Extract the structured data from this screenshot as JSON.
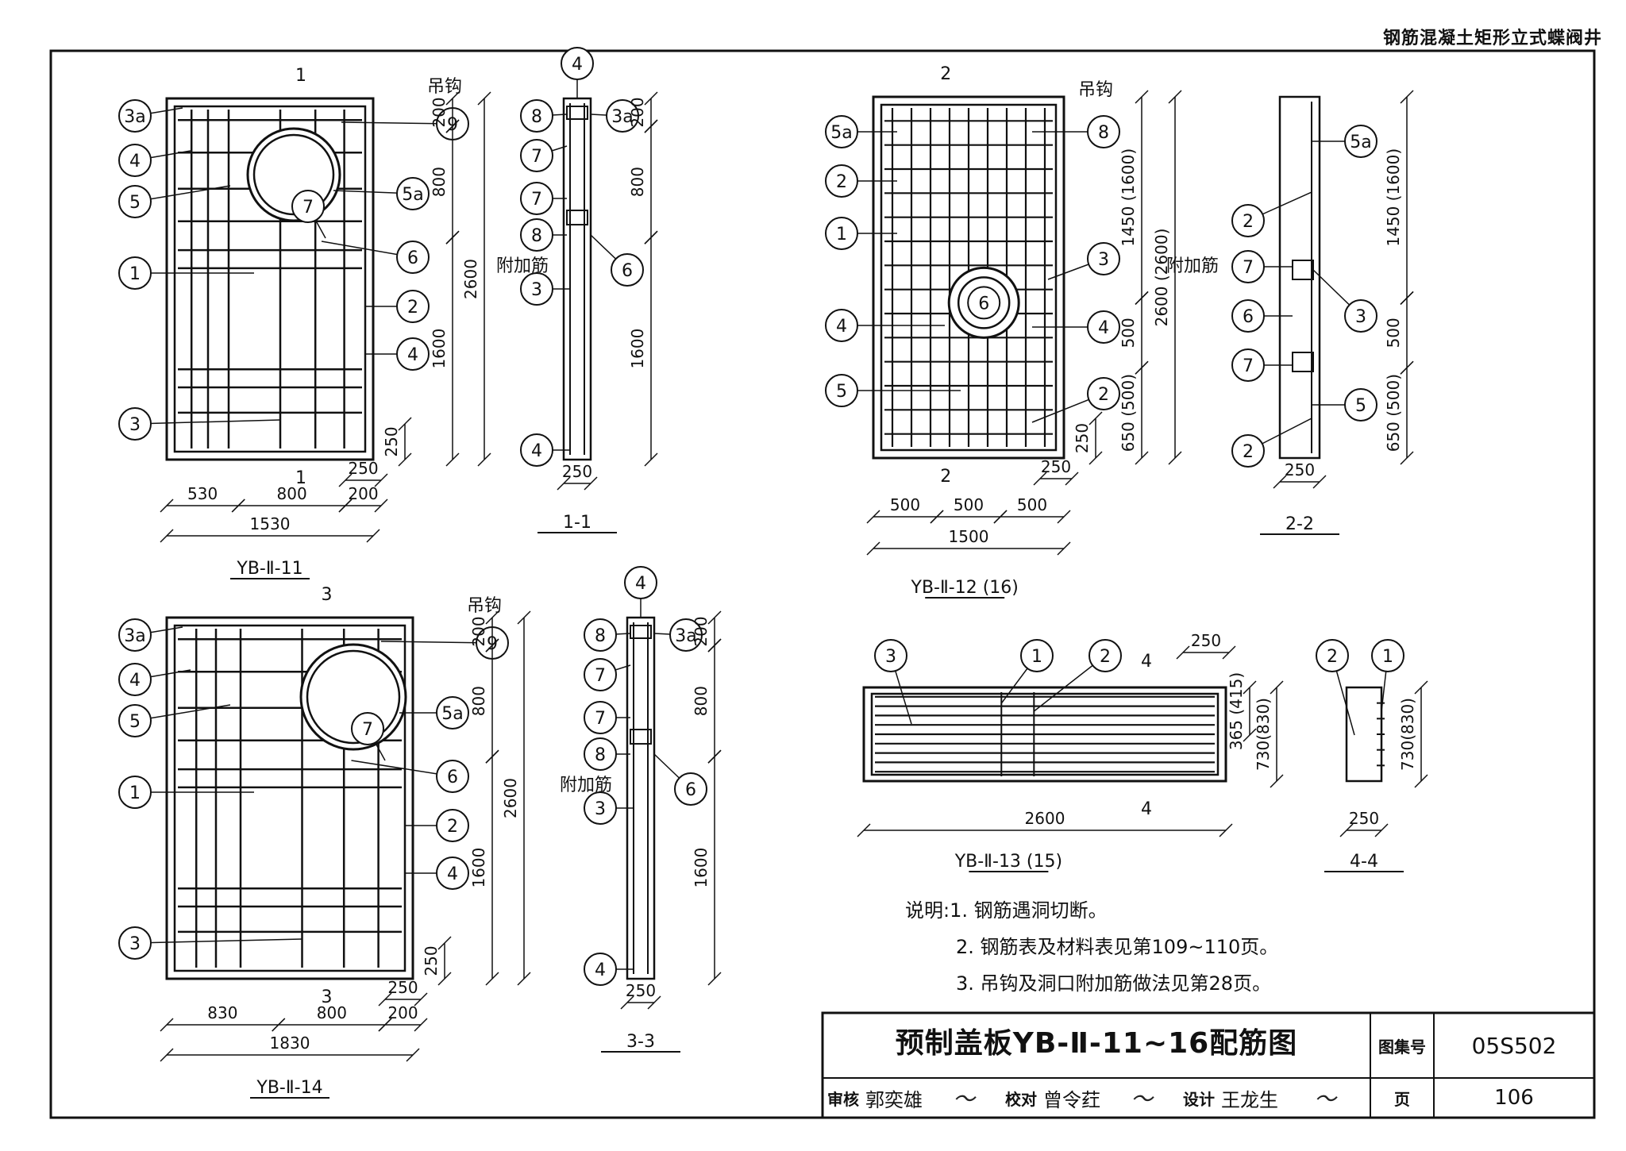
{
  "sheet_title": "钢筋混凝土矩形立式蝶阀井",
  "notes": {
    "lead": "说明:",
    "items": [
      "1. 钢筋遇洞切断。",
      "2. 钢筋表及材料表见第109~110页。",
      "3. 吊钩及洞口附加筋做法见第28页。"
    ]
  },
  "title_block": {
    "drawing_title": "预制盖板YB-Ⅱ-11~16配筋图",
    "atlas_label": "图集号",
    "atlas_no": "05S502",
    "review_label": "审核",
    "reviewer": "郭奕雄",
    "check_label": "校对",
    "checker": "曾令荭",
    "design_label": "设计",
    "designer": "王龙生",
    "page_label": "页",
    "page_no": "106"
  },
  "views": {
    "v11": {
      "name": "YB-Ⅱ-11",
      "section_mark": "1",
      "callouts": [
        "3a",
        "4",
        "5",
        "1",
        "3",
        "9",
        "5a",
        "7",
        "6",
        "2",
        "4"
      ],
      "hook_label": "吊钩",
      "dims_v": [
        "200",
        "800",
        "1600",
        "250",
        "2600"
      ],
      "dims_h": [
        "530",
        "800",
        "200",
        "250",
        "1530"
      ]
    },
    "s11": {
      "name": "1-1",
      "callouts": [
        "4",
        "8",
        "3a",
        "7",
        "7",
        "8",
        "6",
        "3",
        "4"
      ],
      "extra_label": "附加筋",
      "dims_v": [
        "200",
        "800",
        "1600"
      ],
      "dims_h": [
        "250"
      ]
    },
    "v12": {
      "name": "YB-Ⅱ-12 (16)",
      "section_mark": "2",
      "callouts": [
        "5a",
        "2",
        "1",
        "4",
        "5",
        "8",
        "3",
        "4",
        "2",
        "6"
      ],
      "hook_label": "吊钩",
      "dims_v": [
        "1450 (1600)",
        "500",
        "650 (500)",
        "250",
        "2600 (2600)"
      ],
      "dims_h": [
        "500",
        "500",
        "500",
        "250",
        "1500"
      ]
    },
    "s22": {
      "name": "2-2",
      "callouts": [
        "5a",
        "2",
        "7",
        "6",
        "7",
        "2",
        "3",
        "5"
      ],
      "extra_label": "附加筋",
      "dims_v": [
        "1450 (1600)",
        "500",
        "650 (500)"
      ],
      "dims_h": [
        "250"
      ]
    },
    "v13": {
      "name": "YB-Ⅱ-13 (15)",
      "section_mark": "4",
      "callouts": [
        "3",
        "1",
        "2"
      ],
      "dims_v": [
        "365 (415)",
        "730(830)"
      ],
      "dims_h": [
        "250",
        "2600"
      ]
    },
    "s44": {
      "name": "4-4",
      "callouts": [
        "2",
        "1"
      ],
      "dims_v": [
        "730(830)"
      ],
      "dims_h": [
        "250"
      ]
    },
    "v14": {
      "name": "YB-Ⅱ-14",
      "section_mark": "3",
      "callouts": [
        "3a",
        "4",
        "5",
        "1",
        "3",
        "9",
        "5a",
        "7",
        "6",
        "2",
        "4"
      ],
      "hook_label": "吊钩",
      "dims_v": [
        "200",
        "800",
        "1600",
        "250",
        "2600"
      ],
      "dims_h": [
        "830",
        "800",
        "200",
        "250",
        "1830"
      ]
    },
    "s33": {
      "name": "3-3",
      "callouts": [
        "4",
        "8",
        "3a",
        "7",
        "7",
        "8",
        "6",
        "3",
        "4"
      ],
      "extra_label": "附加筋",
      "dims_v": [
        "200",
        "800",
        "1600"
      ],
      "dims_h": [
        "250"
      ]
    }
  }
}
